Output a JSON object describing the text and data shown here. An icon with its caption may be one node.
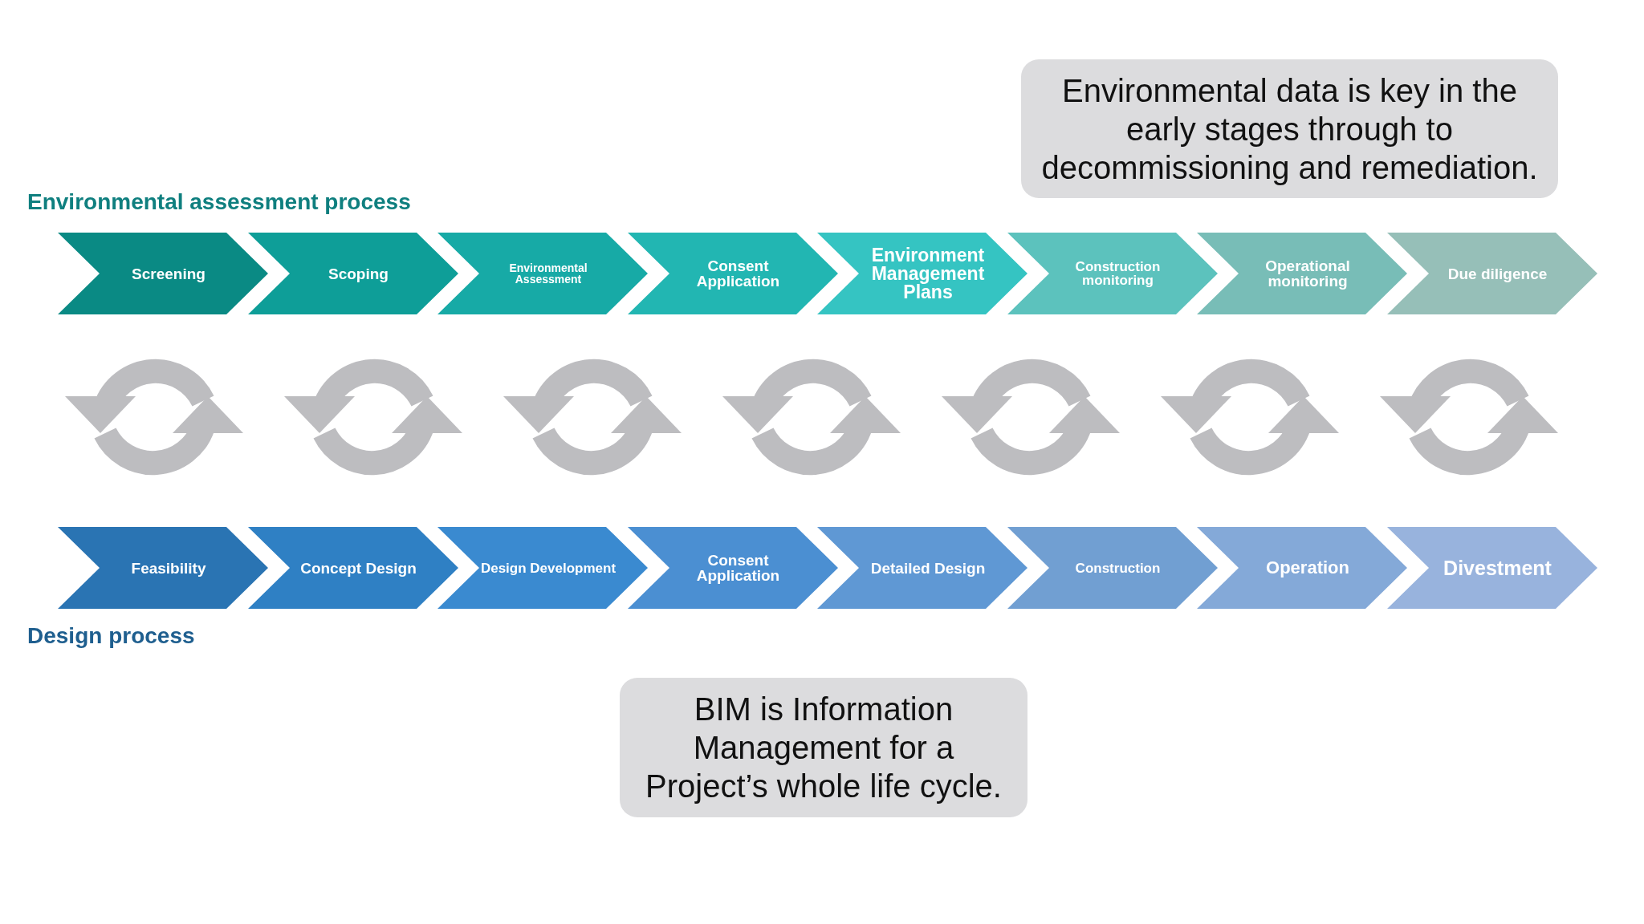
{
  "diagram": {
    "nodes": [
      {
        "text": [
          "Screening"
        ]
      },
      {
        "text": [
          "Scoping"
        ]
      },
      {
        "text": [
          "Environmental Assessment"
        ]
      },
      {
        "text": [
          "Consent Application"
        ]
      },
      {
        "text": [
          "Environment Management Plans"
        ]
      },
      {
        "text": [
          "Construction monitoring"
        ]
      },
      {
        "text": [
          "Operational monitoring"
        ]
      },
      {
        "text": [
          "Due diligence"
        ]
      },
      {
        "text": [
          "Feasibility"
        ]
      },
      {
        "text": [
          "Concept Design"
        ]
      },
      {
        "text": [
          "Design Development"
        ]
      },
      {
        "text": [
          "Consent Application"
        ]
      },
      {
        "text": [
          "Detailed Design"
        ]
      },
      {
        "text": [
          "Construction"
        ]
      },
      {
        "text": [
          "Operation"
        ]
      },
      {
        "text": [
          "Divestment"
        ]
      },
      {
        "text": [
          "Environmental data is key in the early stages through to decommissioning and remediation."
        ]
      },
      {
        "text": [
          "BIM is Information Management for a Project’s whole life cycle."
        ]
      }
    ],
    "edges": [],
    "labels": [
      "Environmental assessment process",
      "Design process"
    ]
  }
}
